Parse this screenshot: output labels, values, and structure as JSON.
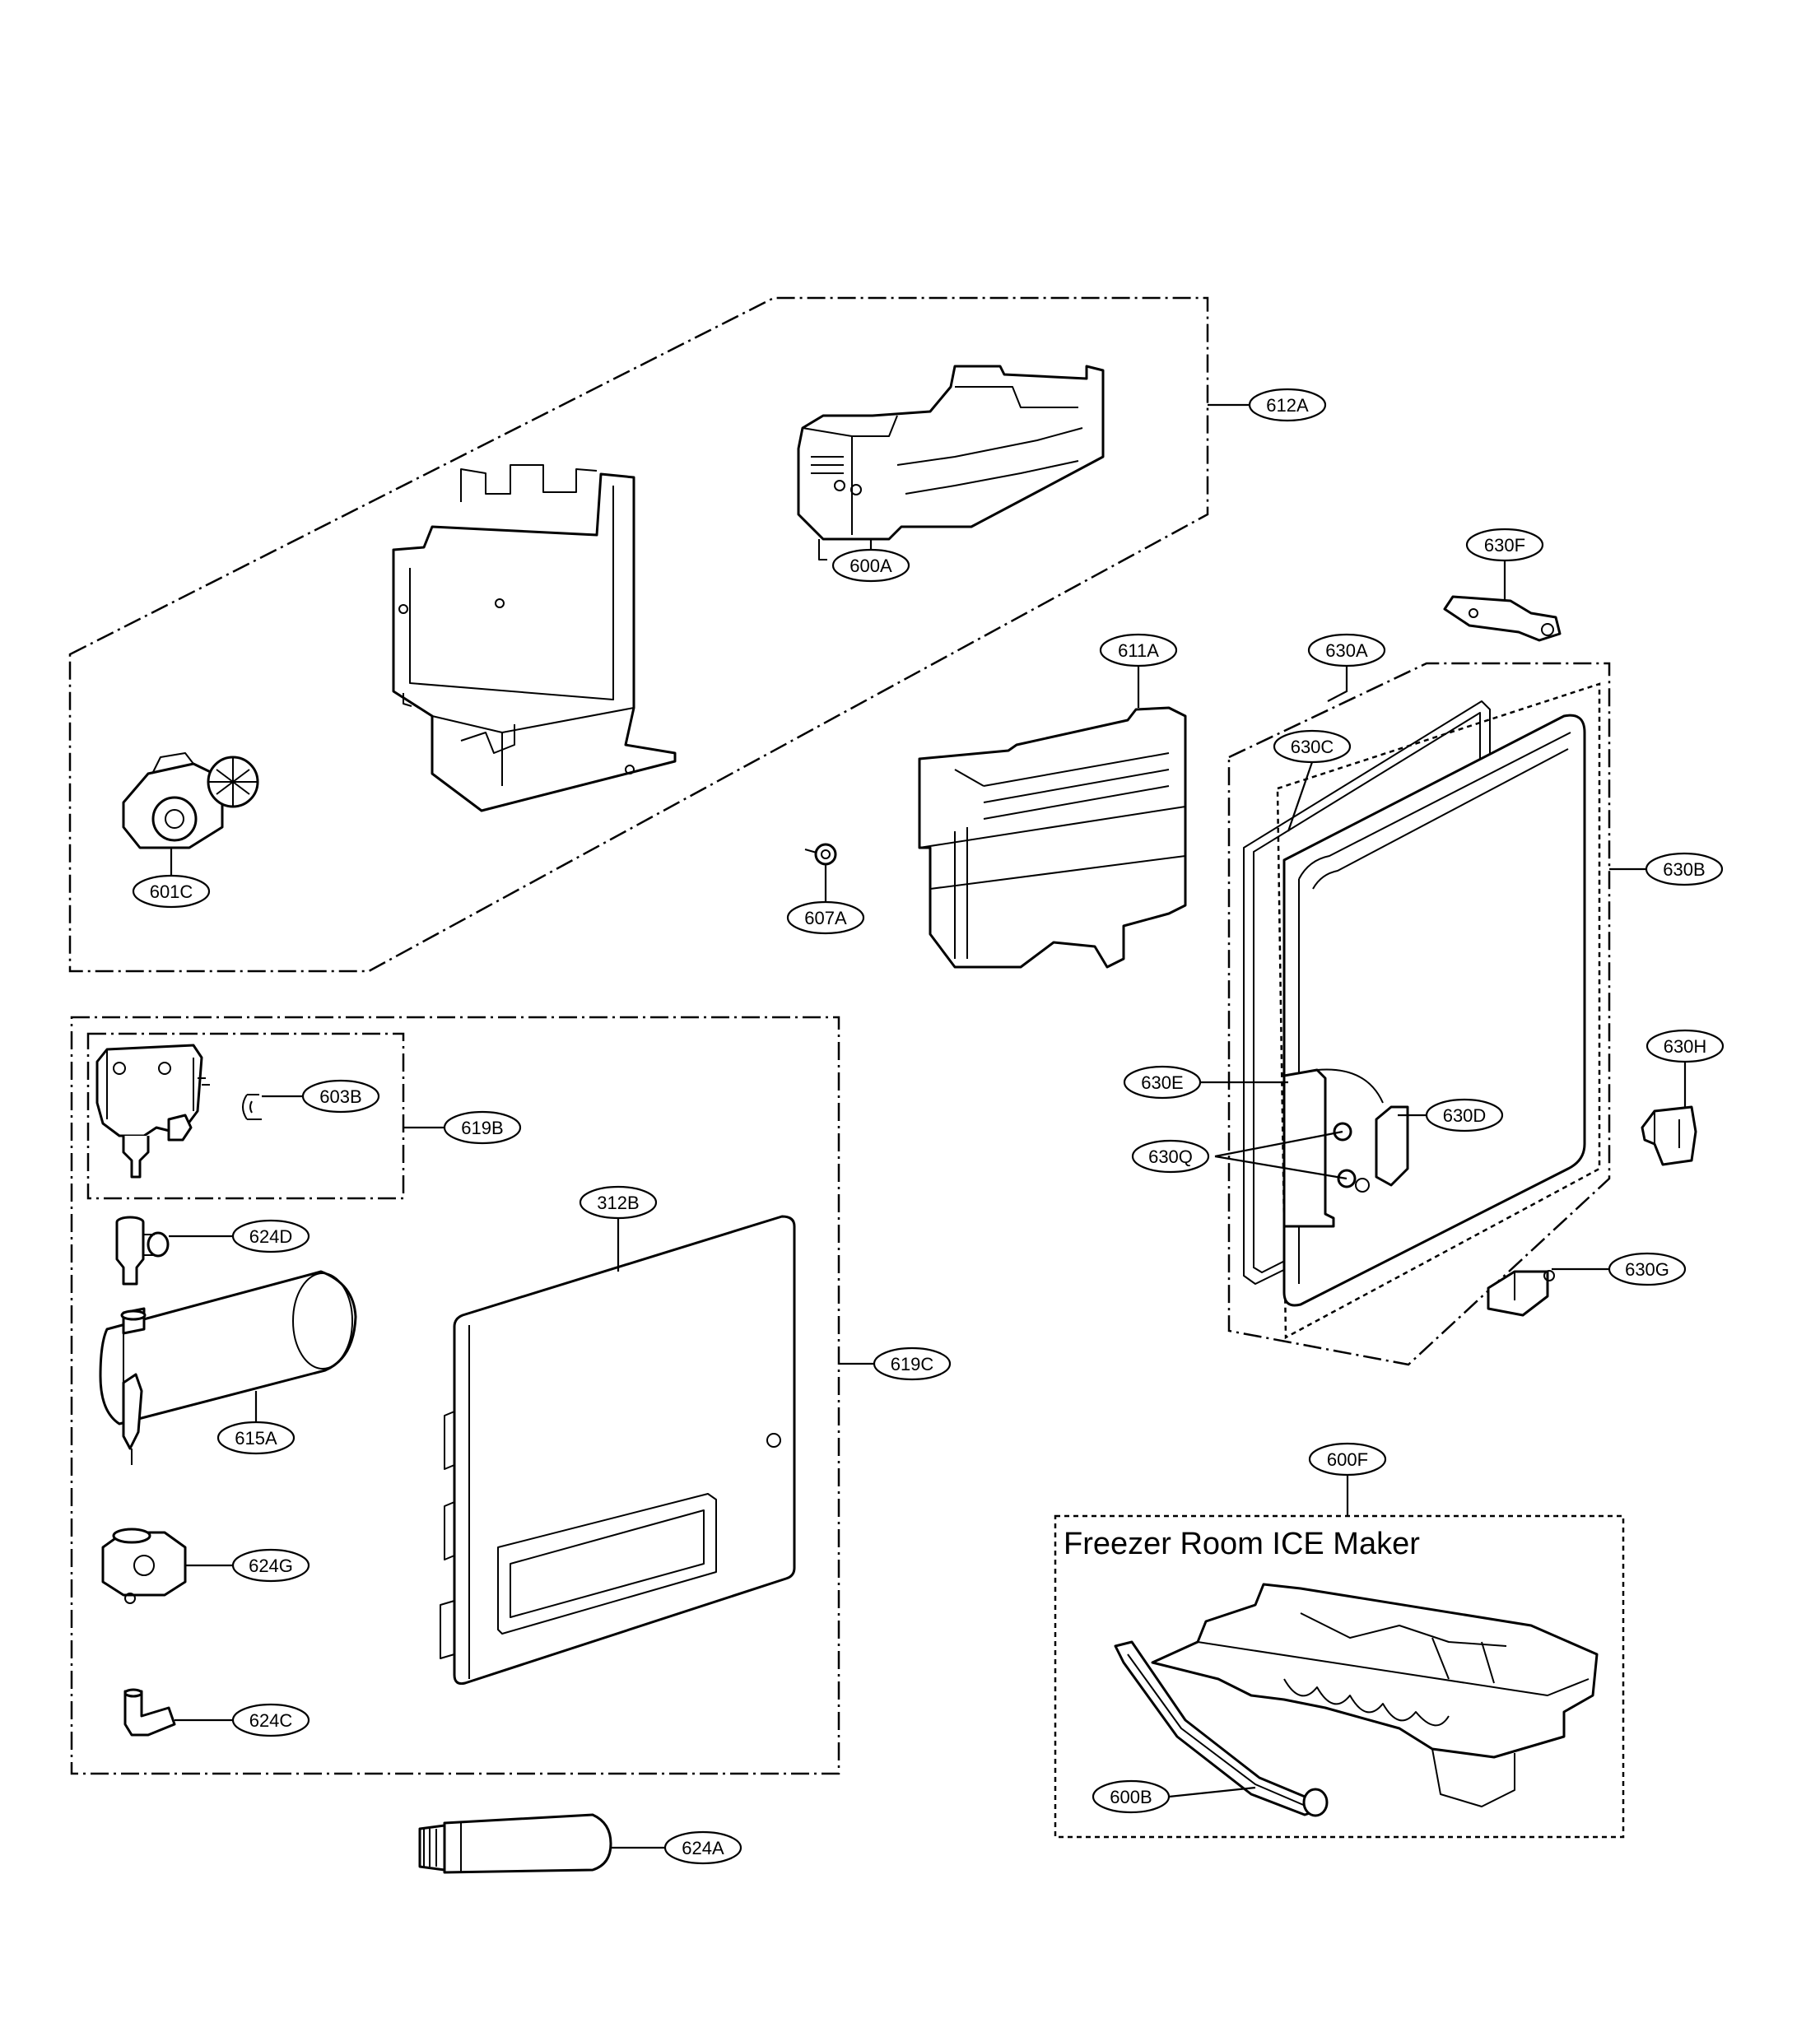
{
  "diagram": {
    "heading": "Freezer Room ICE Maker",
    "callouts": {
      "c612A": "612A",
      "c600A": "600A",
      "c601C": "601C",
      "c607A": "607A",
      "c611A": "611A",
      "c630F": "630F",
      "c630A": "630A",
      "c630C": "630C",
      "c630B": "630B",
      "c630E": "630E",
      "c630D": "630D",
      "c630Q": "630Q",
      "c630H": "630H",
      "c630G": "630G",
      "c603B": "603B",
      "c619B": "619B",
      "c624D": "624D",
      "c312B": "312B",
      "c619C": "619C",
      "c615A": "615A",
      "c624G": "624G",
      "c624C": "624C",
      "c624A": "624A",
      "c600F": "600F",
      "c600B": "600B"
    }
  }
}
